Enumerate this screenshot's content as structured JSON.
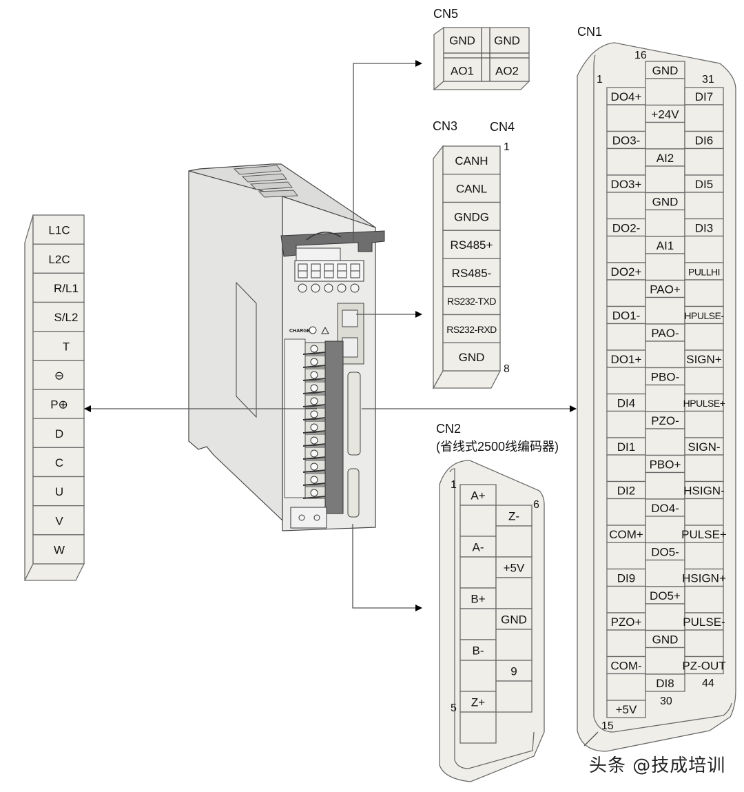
{
  "diagram": {
    "type": "servo drive connector pinout",
    "watermark": "头条 @技成培训",
    "colors": {
      "connector_fill": "#efeee9",
      "border": "#6a6a6a",
      "arrow": "#000000"
    }
  },
  "power_terminal": {
    "pins": [
      "L1C",
      "L2C",
      "R/L1",
      "S/L2",
      "T",
      "⊖",
      "P⊕",
      "D",
      "C",
      "U",
      "V",
      "W"
    ]
  },
  "cn5": {
    "title": "CN5",
    "rows": [
      [
        "GND",
        "GND"
      ],
      [
        "AO1",
        "AO2"
      ]
    ]
  },
  "cn3_cn4": {
    "title_left": "CN3",
    "title_right": "CN4",
    "first_pin_number": "1",
    "last_pin_number": "8",
    "pins": [
      "CANH",
      "CANL",
      "GNDG",
      "RS485+",
      "RS485-",
      "RS232-TXD",
      "RS232-RXD",
      "GND"
    ]
  },
  "cn2": {
    "title": "CN2",
    "subtitle": "(省线式2500线编码器)",
    "pin_numbers": {
      "first": "1",
      "row1_end": "5",
      "row2_start": "6"
    },
    "row1": [
      "A+",
      "",
      "A-",
      "",
      "B+",
      "",
      "B-",
      "",
      "Z+",
      ""
    ],
    "row2": [
      "Z-",
      "",
      "+5V",
      "",
      "GND",
      "",
      "9",
      ""
    ]
  },
  "cn1": {
    "title": "CN1",
    "pin_numbers": {
      "col1_start": "1",
      "col1_end": "15",
      "col2_start": "16",
      "col2_end": "30",
      "col3_start": "31",
      "col3_end": "44"
    },
    "col1": [
      "DO4+",
      "DO3-",
      "DO3+",
      "DO2-",
      "DO2+",
      "DO1-",
      "DO1+",
      "DI4",
      "DI1",
      "DI2",
      "COM+",
      "DI9",
      "PZO+",
      "COM-",
      "+5V"
    ],
    "col2": [
      "GND",
      "+24V",
      "AI2",
      "GND",
      "AI1",
      "PAO+",
      "PAO-",
      "PBO-",
      "PZO-",
      "PBO+",
      "DO4-",
      "DO5-",
      "DO5+",
      "GND",
      "DI8"
    ],
    "col3": [
      "DI7",
      "DI6",
      "DI5",
      "DI3",
      "PULLHI",
      "HPULSE-",
      "SIGN+",
      "HPULSE+",
      "SIGN-",
      "HSIGN-",
      "PULSE+",
      "HSIGN+",
      "PULSE-",
      "PZ-OUT"
    ]
  },
  "drive": {
    "label": "CHARGE",
    "display_digits": 5,
    "buttons": 5
  }
}
